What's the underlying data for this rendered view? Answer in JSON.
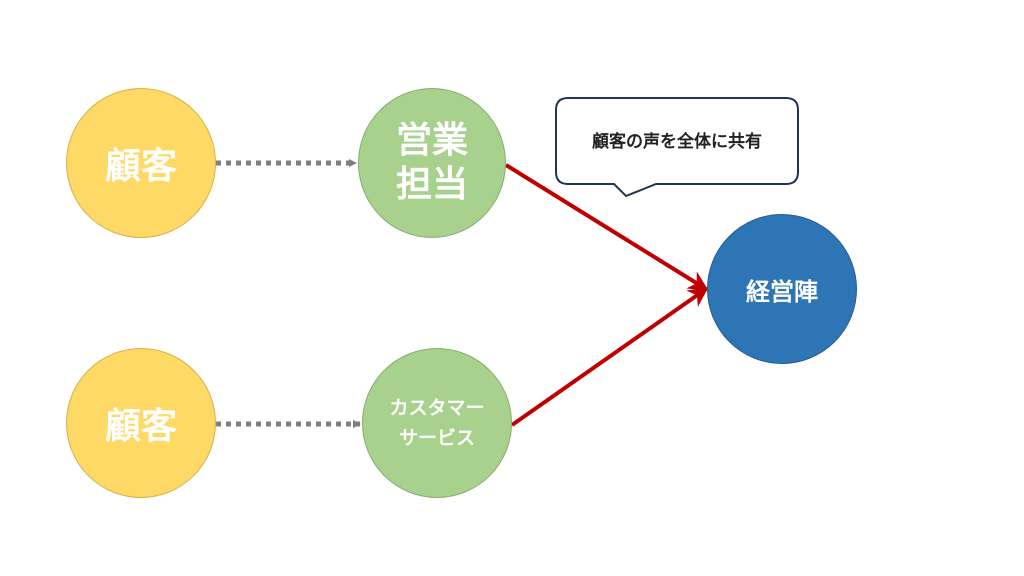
{
  "nodes": {
    "customer_top": "顧客",
    "customer_bottom": "顧客",
    "sales_line1": "営業",
    "sales_line2": "担当",
    "cs_line1": "カスタマー",
    "cs_line2": "サービス",
    "executive": "経営陣"
  },
  "callout": {
    "text": "顧客の声を全体に共有"
  },
  "colors": {
    "customer": "#fed966",
    "staff": "#a8d18d",
    "executive": "#2e75b6",
    "dotted_arrow": "#7f7f7f",
    "share_arrow": "#c00000",
    "callout_border": "#1f3550"
  }
}
